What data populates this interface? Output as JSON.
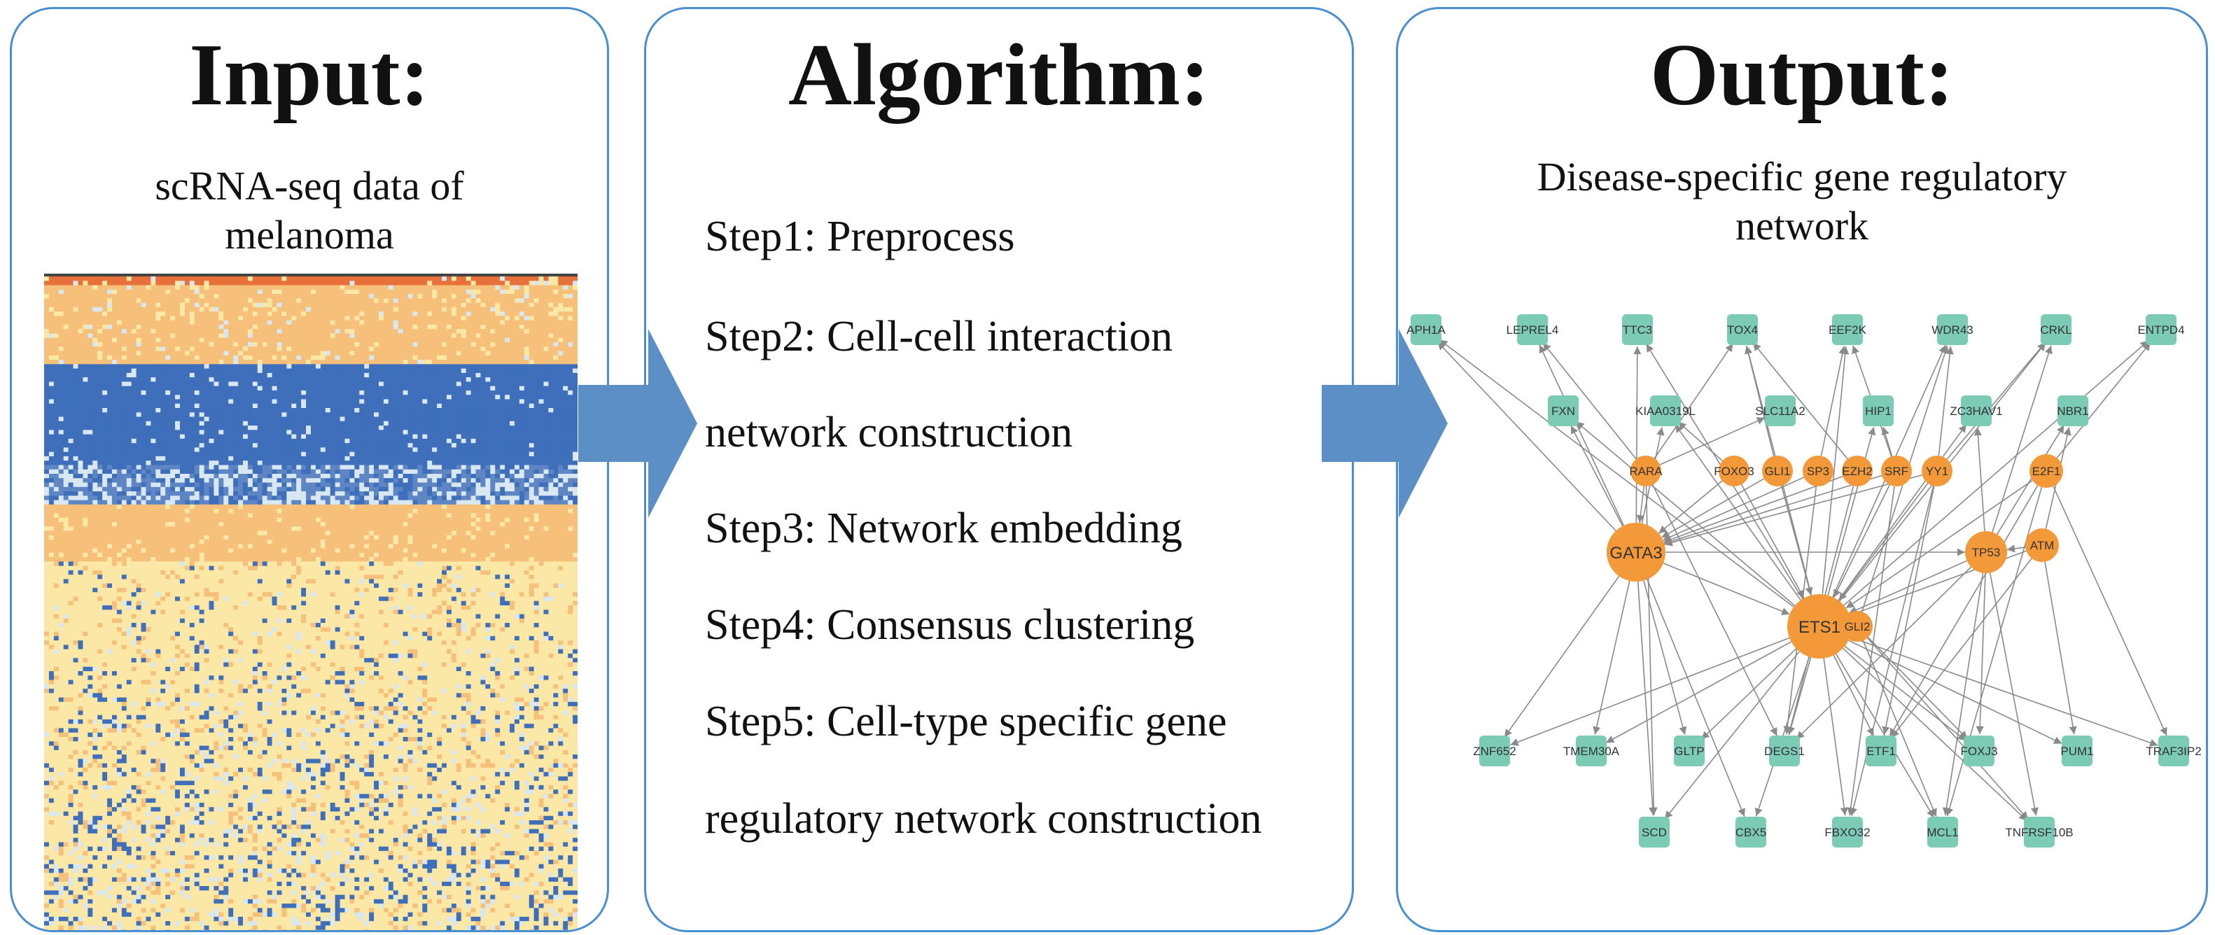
{
  "input": {
    "title": "Input:",
    "subtitle_line1": "scRNA-seq data of",
    "subtitle_line2": "melanoma"
  },
  "algorithm": {
    "title": "Algorithm:",
    "steps": [
      "Step1: Preprocess",
      "Step2: Cell-cell interaction",
      "network construction",
      "Step3: Network embedding",
      "Step4: Consensus clustering",
      "Step5: Cell-type specific gene",
      "regulatory network construction"
    ]
  },
  "output": {
    "title": "Output:",
    "subtitle_line1": "Disease-specific gene regulatory",
    "subtitle_line2": "network"
  },
  "colors": {
    "border": "#4a8fd0",
    "arrow": "#5b8fc6",
    "tf_node": "#f4993a",
    "gene_node": "#7ccbb4",
    "edge": "#8a8a8a",
    "heat_red": "#e8703a",
    "heat_orange": "#f6c07a",
    "heat_yellow": "#fbe7a6",
    "heat_blue": "#3f6fba",
    "heat_lightblue": "#d8e7f0"
  },
  "network": {
    "tf_nodes": [
      "RARA",
      "FOXO3",
      "GLI1",
      "SP3",
      "EZH2",
      "SRF",
      "YY1",
      "E2F1",
      "GATA3",
      "TP53",
      "ATM",
      "ETS1",
      "GLI2"
    ],
    "gene_nodes_top": [
      "APH1A",
      "LEPREL4",
      "TTC3",
      "TOX4",
      "EEF2K",
      "WDR43",
      "CRKL",
      "ENTPD4"
    ],
    "gene_nodes_mid": [
      "FXN",
      "KIAA0319L",
      "SLC11A2",
      "HIP1",
      "ZC3HAV1",
      "NBR1"
    ],
    "gene_nodes_low": [
      "ZNF652",
      "TMEM30A",
      "GLTP",
      "DEGS1",
      "ETF1",
      "FOXJ3",
      "PUM1",
      "TRAF3IP2"
    ],
    "gene_nodes_bottom": [
      "SCD",
      "CBX5",
      "FBXO32",
      "MCL1",
      "TNFRSF10B"
    ]
  }
}
